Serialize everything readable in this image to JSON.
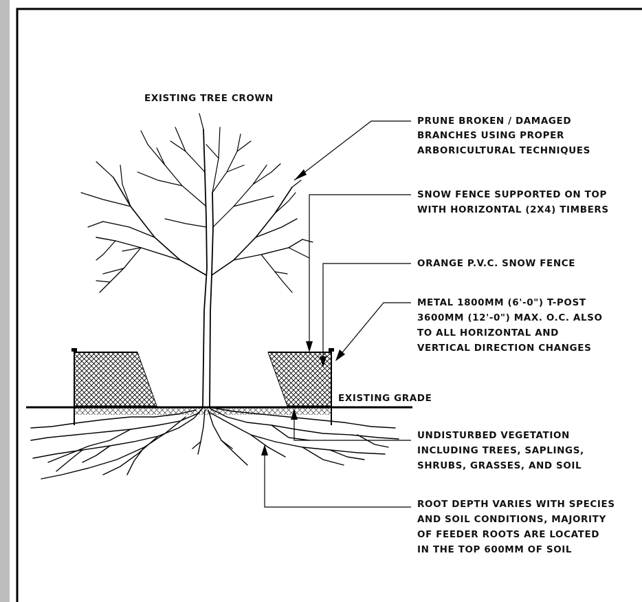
{
  "labels": {
    "crown": "EXISTING TREE CROWN",
    "prune": [
      "PRUNE BROKEN / DAMAGED",
      "BRANCHES USING PROPER",
      "ARBORICULTURAL TECHNIQUES"
    ],
    "snow_fence_top": [
      "SNOW FENCE SUPPORTED ON TOP",
      "WITH HORIZONTAL (2X4) TIMBERS"
    ],
    "orange_fence": "ORANGE P.V.C. SNOW FENCE",
    "tpost": [
      "METAL 1800MM (6'-0\") T-POST",
      "3600MM (12'-0\") MAX. O.C. ALSO",
      "TO ALL HORIZONTAL AND",
      "VERTICAL DIRECTION CHANGES"
    ],
    "grade": "EXISTING GRADE",
    "vegetation": [
      "UNDISTURBED VEGETATION",
      "INCLUDING TREES, SAPLINGS,",
      "SHRUBS, GRASSES, AND SOIL"
    ],
    "roots": [
      "ROOT DEPTH VARIES WITH SPECIES",
      "AND SOIL CONDITIONS, MAJORITY",
      "OF FEEDER ROOTS ARE LOCATED",
      "IN THE TOP 600MM OF SOIL"
    ]
  }
}
